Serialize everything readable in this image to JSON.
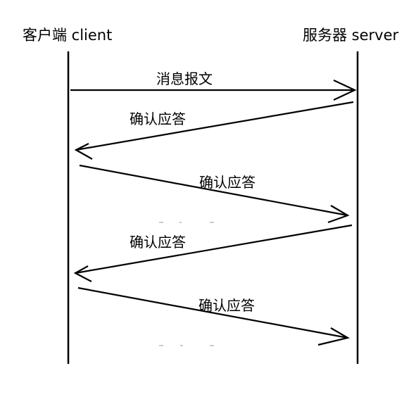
{
  "diagram": {
    "client_label": "客户端 client",
    "server_label": "服务器 server",
    "messages": [
      {
        "label": "消息报文",
        "direction": "client-to-server"
      },
      {
        "label": "确认应答",
        "direction": "server-to-client"
      },
      {
        "label": "确认应答",
        "direction": "client-to-server"
      },
      {
        "label": "确认应答",
        "direction": "server-to-client"
      },
      {
        "label": "确认应答",
        "direction": "client-to-server"
      }
    ],
    "colors": {
      "line": "#000000",
      "background": "#ffffff"
    }
  }
}
